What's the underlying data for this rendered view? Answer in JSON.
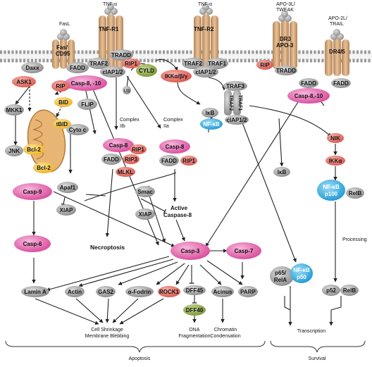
{
  "ligands": {
    "fasl": "FasL",
    "tnf1": "TNF-α",
    "tnf2": "TNF-α",
    "apo3l": "APO-3L/",
    "apo3l2": "TWEAK",
    "apo2l": "APO-2L/",
    "apo2l2": "TRAIL"
  },
  "receptors": {
    "fas": "Fas/",
    "fas2": "CD95",
    "tnfr1": "TNF-R1",
    "tnfr2": "TNF-R2",
    "dr3": "DR3",
    "dr3b": "APO-3",
    "dr45": "DR4/5"
  },
  "nodes": {
    "daxx": "Daxx",
    "fadd1": "FADD",
    "tradd1": "TRADD",
    "traf2a": "TRAF2",
    "rip1a": "RIP1",
    "ciap1": "cIAP1/2",
    "cyld": "CYLD",
    "ub": "Ub",
    "traf2b": "TRAF2",
    "traf1": "TRAF1",
    "ciap2": "cIAP1/2",
    "rip_dr3": "RIP",
    "tradd2": "TRADD",
    "fadd_dr45": "FADD",
    "fadd_dr45b": "FADD",
    "ask1": "ASK1",
    "casp810a": "Casp-8, -10",
    "rip_fas": "RIP",
    "bid": "BID",
    "flip": "FLIP",
    "ikk": "IKKα/β/γ",
    "traf3": "TRAF3",
    "traf2c": "TRAF2",
    "traf1c": "TRAF1",
    "ciap3": "cIAP1/2",
    "casp810b": "Casp-8,-10",
    "mkk1": "MKK1",
    "tbid": "tBID",
    "bcl2a": "Bcl-2",
    "bcl2b": "Bcl-2",
    "cytc": "Cyto c",
    "jnk": "JNK",
    "ikb1": "IκB",
    "nfkb1": "NF-κB",
    "complex2b": "Complex",
    "complex2b2": "IIb",
    "complex2a": "Complex",
    "complex2a2": "IIa",
    "casp8b": "Casp-8",
    "fadd3": "FADD",
    "rip3": "RIP3",
    "rip1b": "RIP1",
    "mlkl": "MLKL",
    "casp8c": "Casp-8",
    "fadd4": "FADD",
    "rip1c": "RIP1",
    "nik": "NIK",
    "ikka": "IKKα",
    "nfkb2": "NF-κB",
    "nfkb2b": "p100",
    "relb1": "RelB",
    "ikb2": "IκB",
    "casp9": "Casp-9",
    "apaf1": "Apaf1",
    "xiap1": "XIAP",
    "smac": "Smac",
    "xiap2": "XIAP",
    "activecasp8": "Active",
    "activecasp8b": "Caspase-8",
    "casp6": "Casp-6",
    "necroptosis": "Necroptosis",
    "casp3": "Casp-3",
    "casp7": "Casp-7",
    "processing": "Processing",
    "p65": "p65/",
    "p65b": "RelA",
    "nfkb3": "NF-κB",
    "nfkb3b": "p50",
    "p52": "p52",
    "relb2": "RelB",
    "lamina": "Lamin A",
    "actin": "Actin",
    "gas2": "GAS2",
    "fodrin": "α-Fodrin",
    "rock1": "ROCK1",
    "dff45": "DFF45",
    "dff40": "DFF40",
    "acinus": "Acinus",
    "parp": "PARP"
  },
  "outcomes": {
    "shrink1": "Cell Shrinkage",
    "shrink2": "Membrane Blebbing",
    "dna1": "DNA",
    "dna2": "Fragmentation",
    "chrom1": "Chromatin",
    "chrom2": "Condensation",
    "transcription": "Transcription",
    "apoptosis": "Apoptosis",
    "survival": "Survival"
  },
  "colors": {
    "pink": "#e060a8",
    "red": "#e8706a",
    "grey": "#9a9a9a",
    "blue": "#29a8e0",
    "yellow": "#f5c43a",
    "olive": "#8aa04a",
    "tan": "#c89a6a",
    "mito": "#d9a060"
  }
}
